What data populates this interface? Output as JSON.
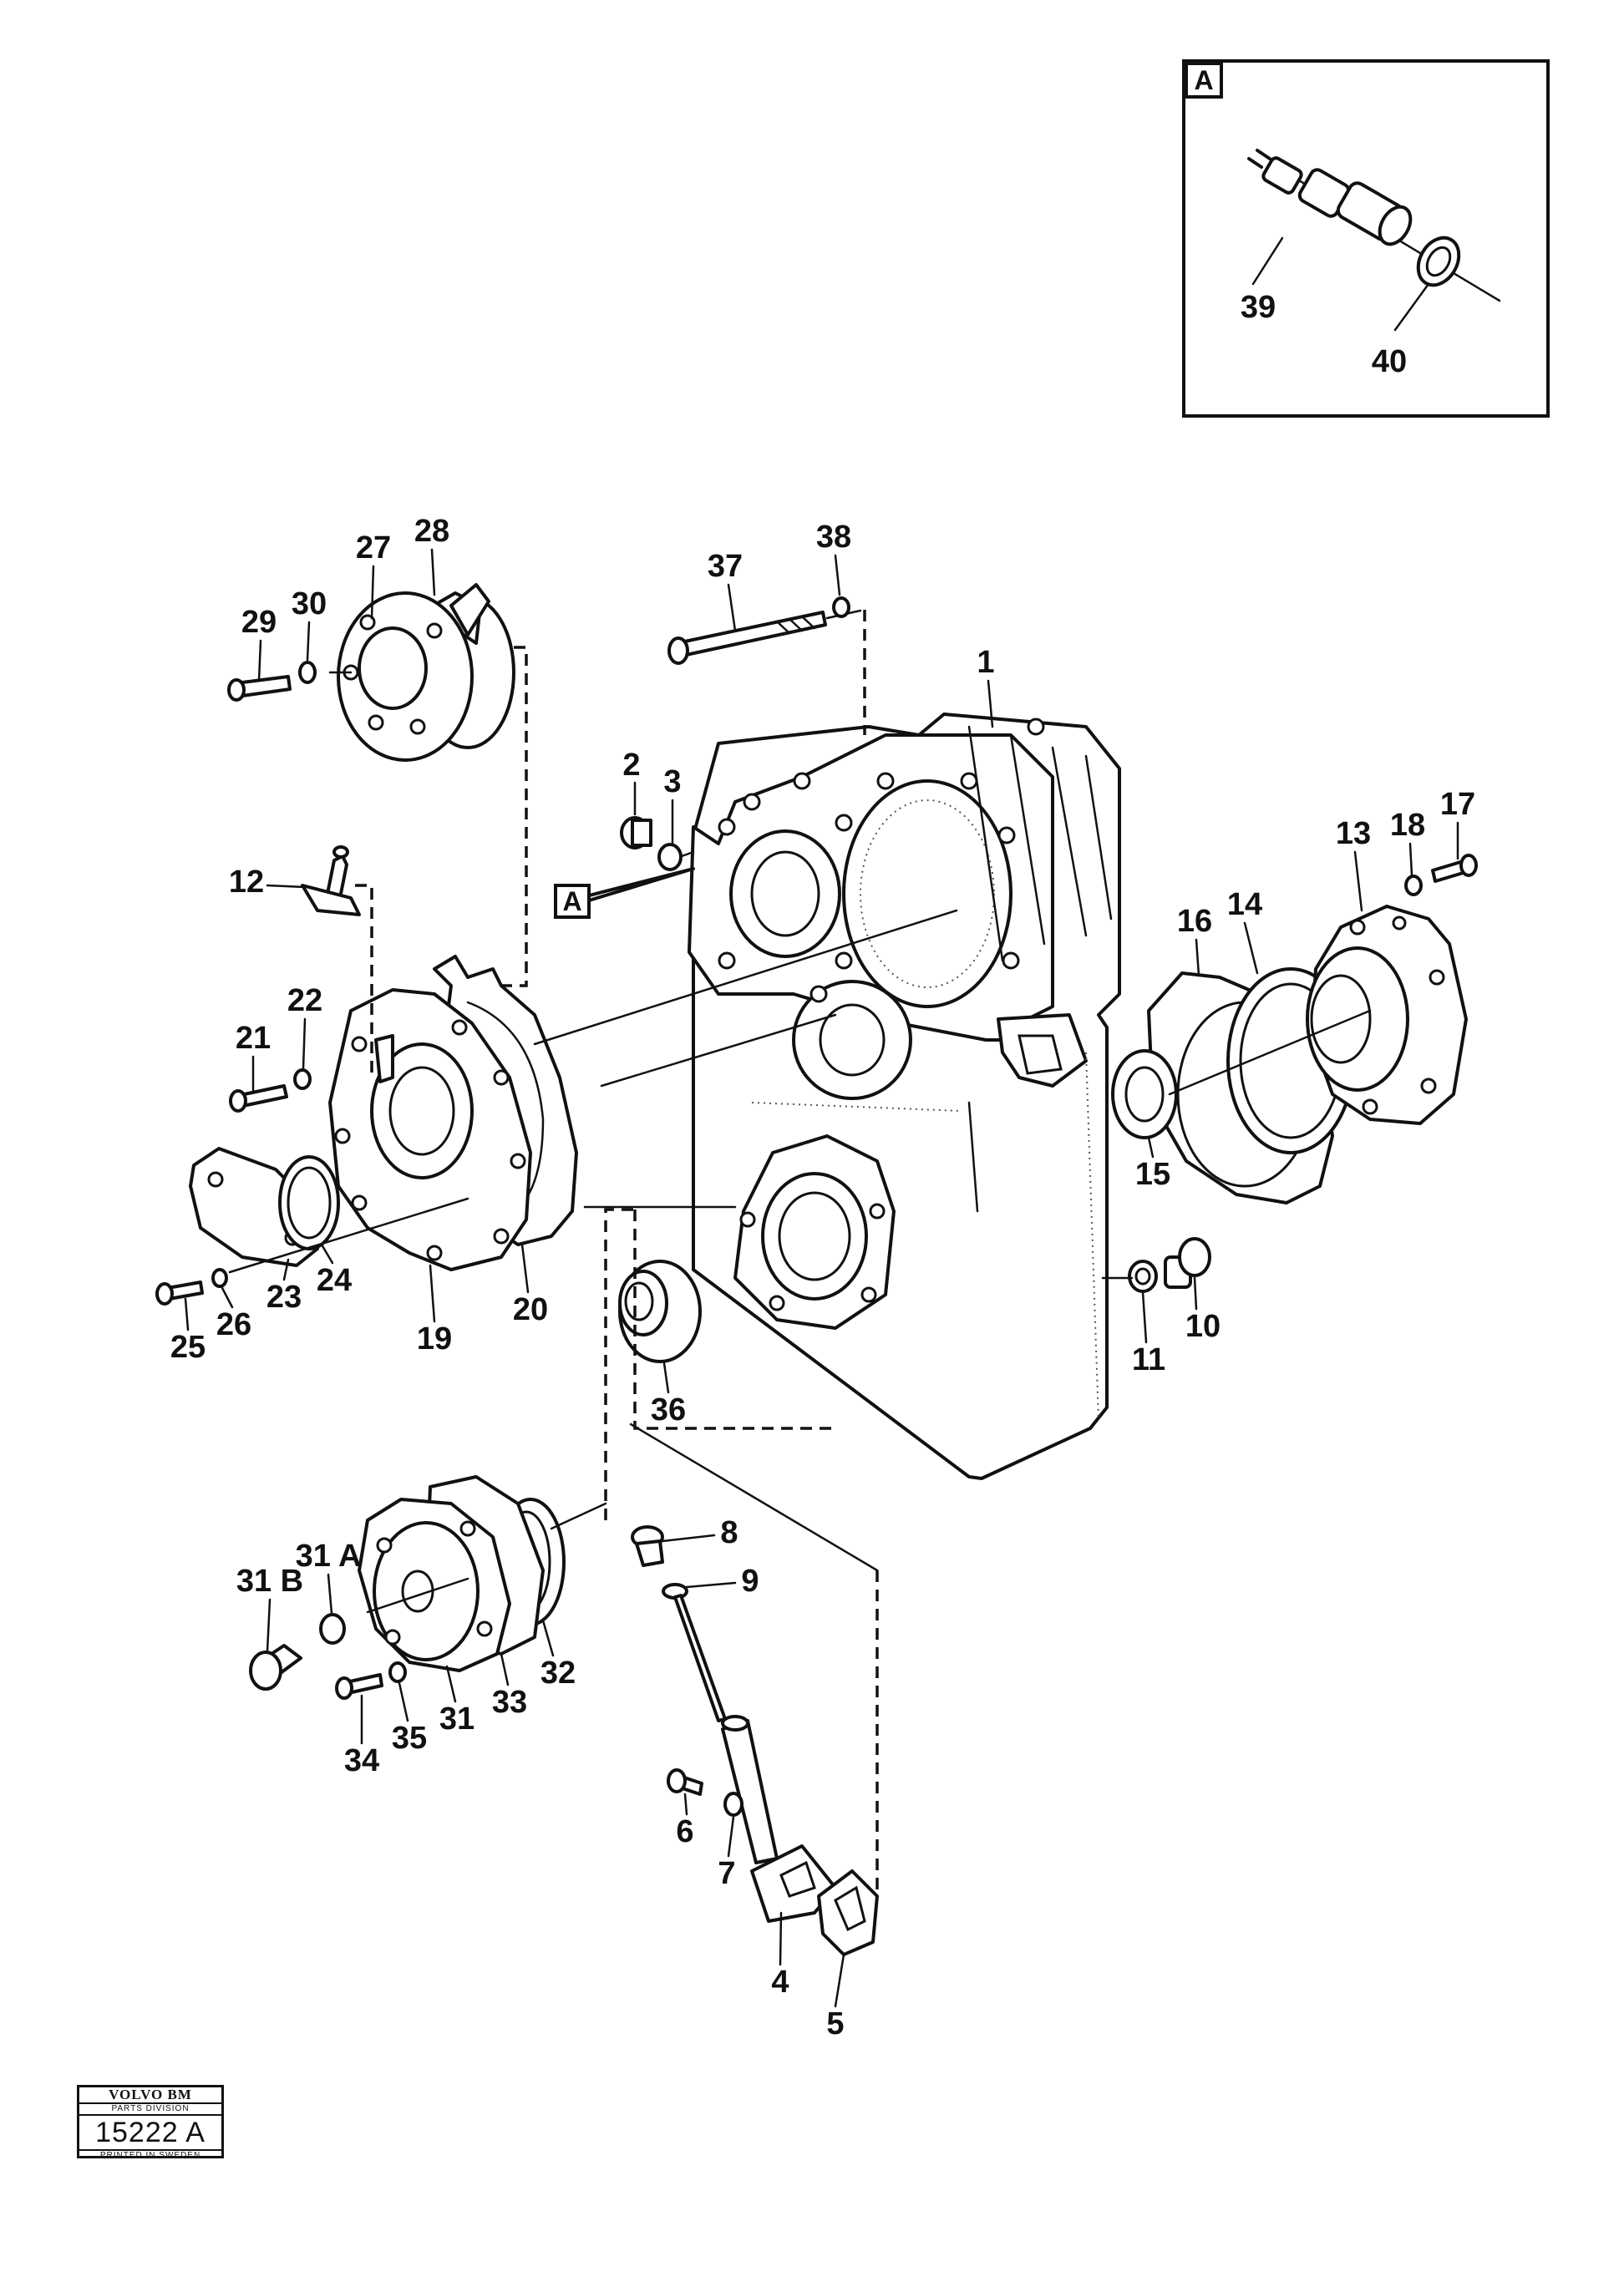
{
  "inset": {
    "tag": "A",
    "part_labels": [
      "39",
      "40"
    ]
  },
  "callout_tag": "A",
  "part_labels": {
    "p1": "1",
    "p2": "2",
    "p3": "3",
    "p4": "4",
    "p5": "5",
    "p6": "6",
    "p7": "7",
    "p8": "8",
    "p9": "9",
    "p10": "10",
    "p11": "11",
    "p12": "12",
    "p13": "13",
    "p14": "14",
    "p15": "15",
    "p16": "16",
    "p17": "17",
    "p18": "18",
    "p19": "19",
    "p20": "20",
    "p21": "21",
    "p22": "22",
    "p23": "23",
    "p24": "24",
    "p25": "25",
    "p26": "26",
    "p27": "27",
    "p28": "28",
    "p29": "29",
    "p30": "30",
    "p31": "31",
    "p31A": "31 A",
    "p31B": "31 B",
    "p32": "32",
    "p33": "33",
    "p34": "34",
    "p35": "35",
    "p36": "36",
    "p37": "37",
    "p38": "38"
  },
  "stamp": {
    "brand": "VOLVO BM",
    "division": "PARTS DIVISION",
    "number": "15222 A",
    "printed": "PRINTED IN SWEDEN"
  }
}
